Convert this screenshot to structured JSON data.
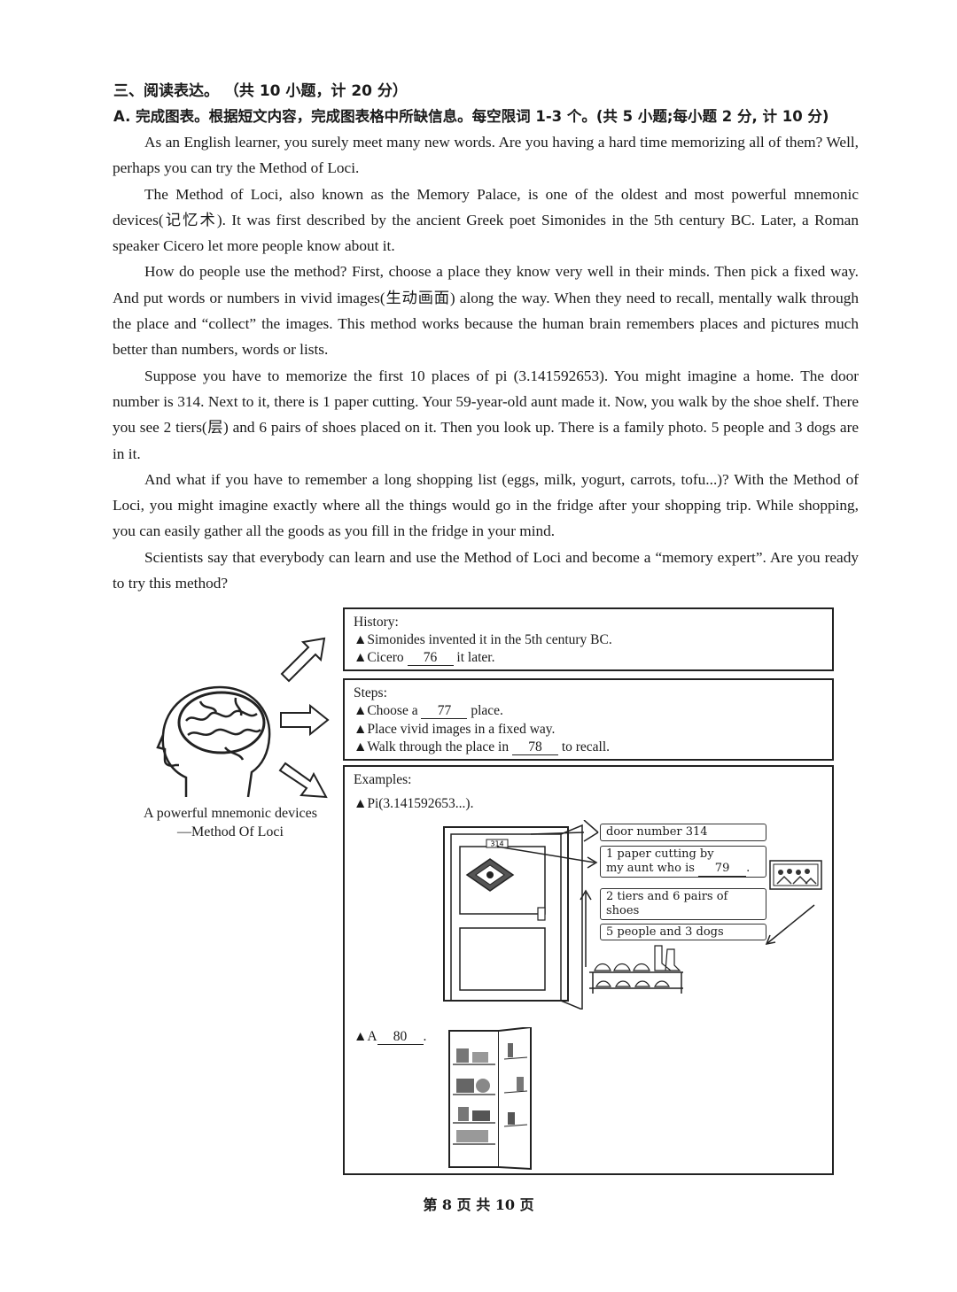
{
  "section_title": "三、阅读表达。  （共 10 小题，计 20 分）",
  "instruction": "A. 完成图表。根据短文内容，完成图表格中所缺信息。每空限词 1-3 个。(共 5 小题;每小题 2 分, 计 10 分)",
  "passage": [
    "As an English learner, you surely meet many new words. Are you having a hard time memorizing all of them? Well, perhaps you can try the Method of Loci.",
    "The Method of Loci, also known as the Memory Palace, is one of the oldest and most powerful mnemonic devices(记忆术). It was first described by the ancient Greek poet Simonides in the 5th century BC. Later, a Roman speaker Cicero let more people know about it.",
    "How do people use the method? First, choose a place they know very well in their minds. Then pick a fixed way. And put words or numbers in vivid images(生动画面) along the way. When they need to recall, mentally walk through the place and “collect” the images. This method works because the human brain remembers places and pictures much better than numbers, words or lists.",
    "Suppose you have to memorize the first 10 places of pi (3.141592653). You might imagine a home. The door number is 314. Next to it, there is 1 paper cutting. Your 59-year-old aunt made it. Now, you walk by the shoe shelf. There you see 2 tiers(层) and 6 pairs of shoes placed on it. Then you look up. There is a family photo. 5 people and 3 dogs are in it.",
    "And what if you have to remember a long shopping list (eggs, milk, yogurt, carrots, tofu...)? With the Method of Loci, you might imagine exactly where all the things would go in the fridge after your shopping trip. While shopping, you can easily gather all the goods as you fill in the fridge in your mind.",
    "Scientists say that everybody can learn and use the Method of Loci and become a “memory expert”. Are you ready to try this method?"
  ],
  "diagram": {
    "caption_line1": "A powerful mnemonic devices",
    "caption_line2": "—Method Of Loci",
    "history": {
      "title": "History:",
      "item1": "▲Simonides invented it in the 5th century BC.",
      "item2_pre": "▲Cicero ",
      "item2_blank": "76",
      "item2_post": " it later."
    },
    "steps": {
      "title": "Steps:",
      "item1_pre": "▲Choose a ",
      "item1_blank": "77",
      "item1_post": " place.",
      "item2": "▲Place vivid images in a fixed way.",
      "item3_pre": "▲Walk through the place in ",
      "item3_blank": "78",
      "item3_post": " to recall."
    },
    "examples": {
      "title": "Examples:",
      "pi": "▲Pi(3.141592653...).",
      "door_sign": "314",
      "callout1": "door number 314",
      "callout2_line1": "1 paper cutting by",
      "callout2_line2_pre": "my aunt who is ",
      "callout2_blank": "79",
      "callout2_post": ".",
      "callout3_line1": "2 tiers and 6 pairs of",
      "callout3_line2": "shoes",
      "callout4": "5 people and 3 dogs",
      "item2_pre": "▲A",
      "item2_blank": "80",
      "item2_post": "."
    }
  },
  "footer": "第 8 页 共 10 页"
}
